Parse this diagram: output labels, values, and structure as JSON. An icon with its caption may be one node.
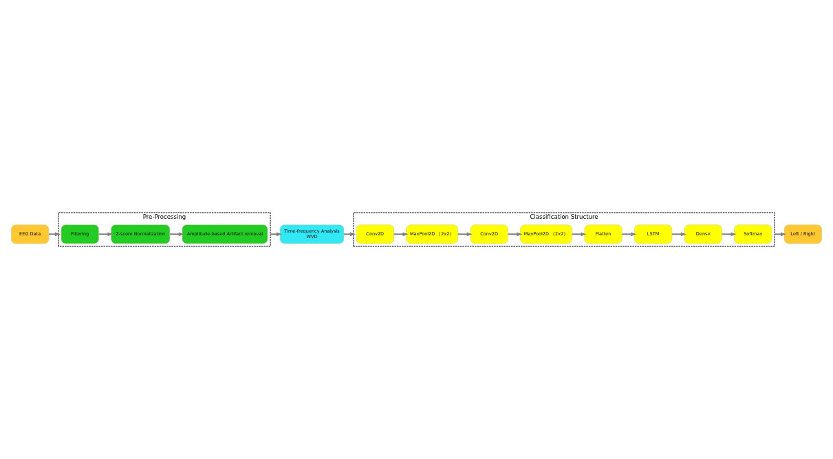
{
  "diagram": {
    "nodes": [
      {
        "text": [
          "EEG Data"
        ]
      },
      {
        "text": [
          "Pre-Processing"
        ]
      },
      {
        "text": [
          "Filtering"
        ],
        "in": 1
      },
      {
        "text": [
          "Z-score Normalization"
        ],
        "in": 1
      },
      {
        "text": [
          "Amplitude-based Artifact removal"
        ],
        "in": 1
      },
      {
        "text": [
          "Time-frequency Analysis",
          "WVD"
        ]
      },
      {
        "text": [
          "Classification Structure"
        ]
      },
      {
        "text": [
          "Conv2D"
        ],
        "in": 6
      },
      {
        "text": [
          "MaxPool2D （2x2）"
        ],
        "in": 6
      },
      {
        "text": [
          "Conv2D"
        ],
        "in": 6
      },
      {
        "text": [
          "MaxPool2D （2x2）"
        ],
        "in": 6
      },
      {
        "text": [
          "Flatten"
        ],
        "in": 6
      },
      {
        "text": [
          "LSTM"
        ],
        "in": 6
      },
      {
        "text": [
          "Dense"
        ],
        "in": 6
      },
      {
        "text": [
          "Softmax"
        ],
        "in": 6
      },
      {
        "text": [
          "Left / Right"
        ]
      }
    ],
    "edges": [
      {
        "from": 0,
        "to": 1,
        "arrow": "to"
      },
      {
        "from": 2,
        "to": 3,
        "arrow": "to"
      },
      {
        "from": 3,
        "to": 4,
        "arrow": "to"
      },
      {
        "from": 1,
        "to": 5,
        "arrow": "to"
      },
      {
        "from": 5,
        "to": 6,
        "arrow": "to"
      },
      {
        "from": 7,
        "to": 8,
        "arrow": "to"
      },
      {
        "from": 8,
        "to": 9,
        "arrow": "to"
      },
      {
        "from": 9,
        "to": 10,
        "arrow": "to"
      },
      {
        "from": 10,
        "to": 11,
        "arrow": "to"
      },
      {
        "from": 11,
        "to": 12,
        "arrow": "to"
      },
      {
        "from": 12,
        "to": 13,
        "arrow": "to"
      },
      {
        "from": 13,
        "to": 14,
        "arrow": "to"
      },
      {
        "from": 6,
        "to": 15,
        "arrow": "to"
      }
    ]
  }
}
